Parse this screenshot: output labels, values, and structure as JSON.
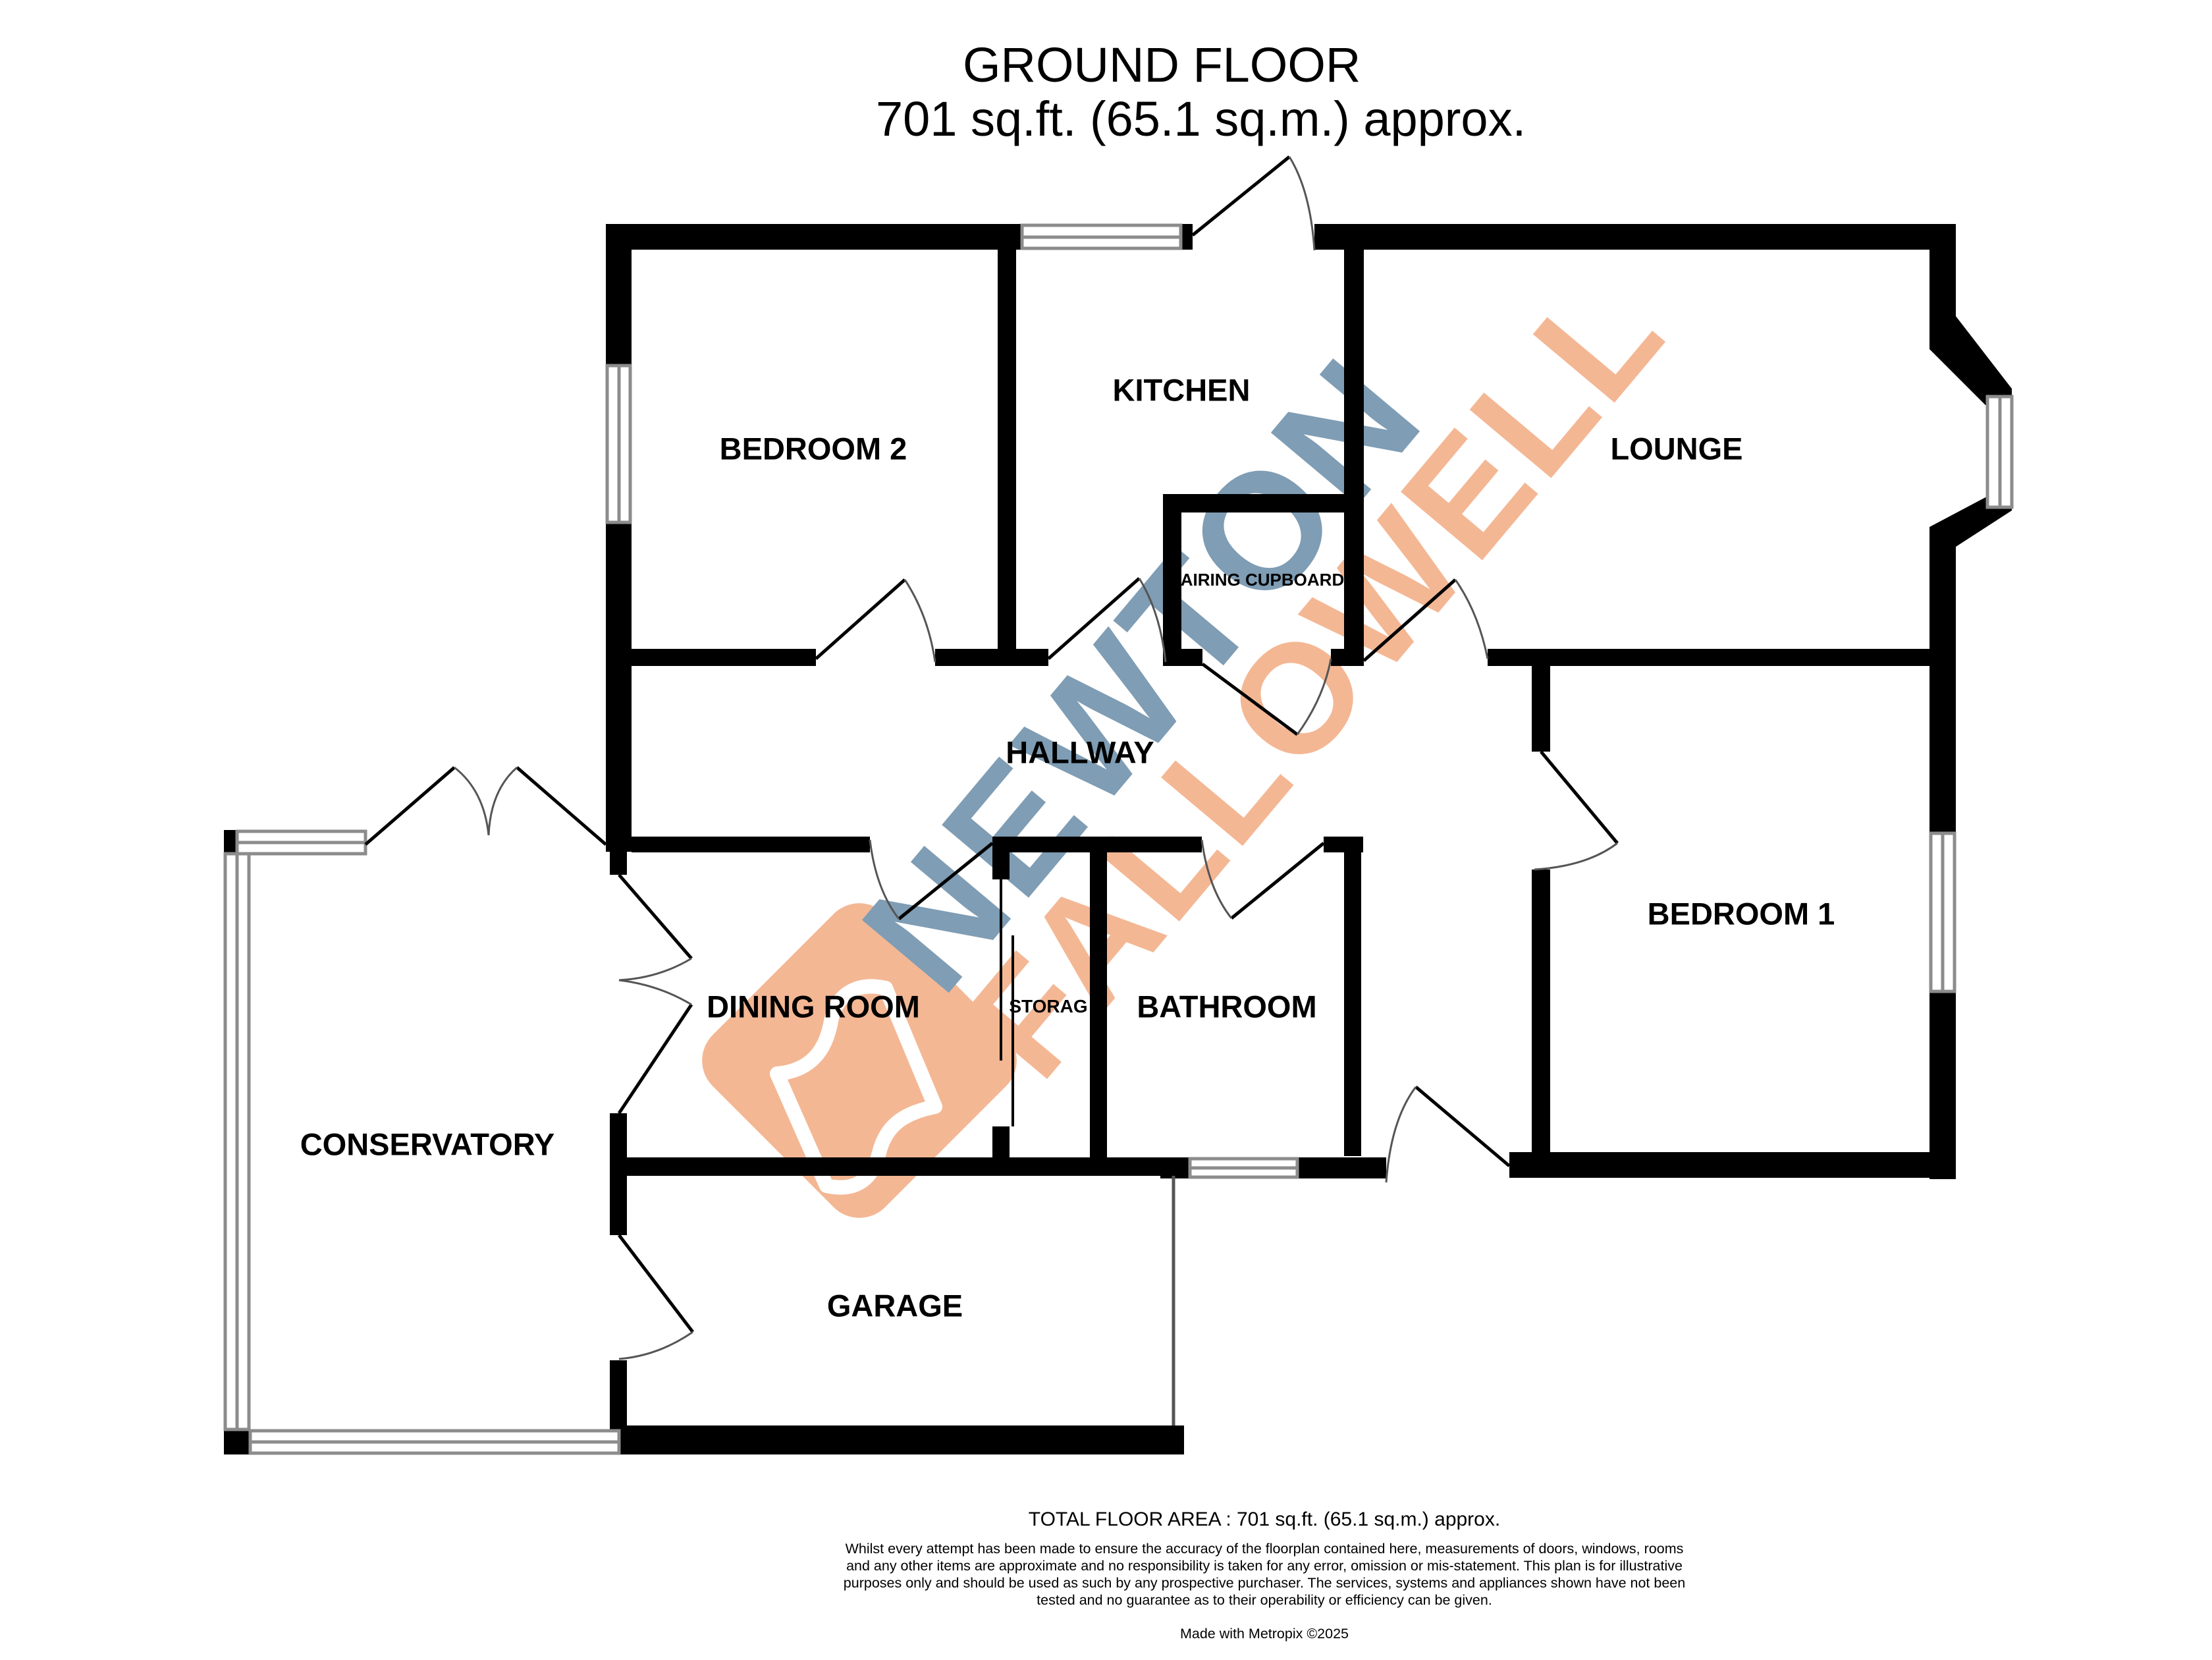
{
  "header": {
    "floor_name": "GROUND FLOOR",
    "floor_area": "701 sq.ft. (65.1 sq.m.) approx."
  },
  "rooms": {
    "bedroom2": "BEDROOM 2",
    "kitchen": "KITCHEN",
    "lounge": "LOUNGE",
    "airing_cupboard": "AIRING CUPBOARD",
    "hallway": "HALLWAY",
    "dining_room": "DINING ROOM",
    "storage": "STORAG",
    "bathroom": "BATHROOM",
    "bedroom1": "BEDROOM 1",
    "conservatory": "CONSERVATORY",
    "garage": "GARAGE"
  },
  "watermark": {
    "line1": "NEWTON",
    "line2": "FALLOWELL",
    "colors": {
      "blue": "#7f9db4",
      "orange": "#f4b794"
    }
  },
  "colors": {
    "wall": "#000000",
    "window_frame": "#8c8c8c",
    "background": "#ffffff"
  },
  "footer": {
    "total_area": "TOTAL FLOOR AREA : 701 sq.ft. (65.1 sq.m.) approx.",
    "disclaimer": "Whilst every attempt has been made to ensure the accuracy of the floorplan contained here, measurements of doors, windows, rooms and any other items are approximate and no responsibility is taken for any error, omission or mis-statement. This plan is for illustrative purposes only and should be used as such by any prospective purchaser. The services, systems and appliances shown have not been tested and no guarantee as to their operability or efficiency can be given.",
    "made_with": "Made with Metropix ©2025"
  }
}
